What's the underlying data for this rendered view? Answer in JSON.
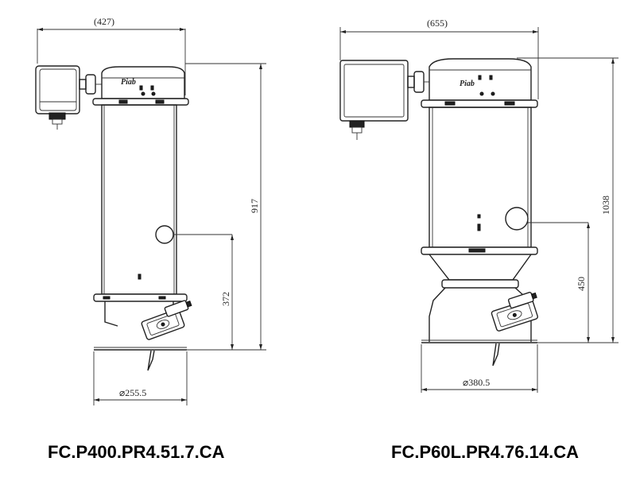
{
  "left_unit": {
    "model": "FC.P400.PR4.51.7.CA",
    "width_dim": "(427)",
    "height_dim": "917",
    "inlet_height_dim": "372",
    "base_diameter_dim": "⌀255.5",
    "logo_text": "Piab"
  },
  "right_unit": {
    "model": "FC.P60L.PR4.76.14.CA",
    "width_dim": "(655)",
    "height_dim": "1038",
    "inlet_height_dim": "450",
    "base_diameter_dim": "⌀380.5",
    "logo_text": "Piab"
  }
}
